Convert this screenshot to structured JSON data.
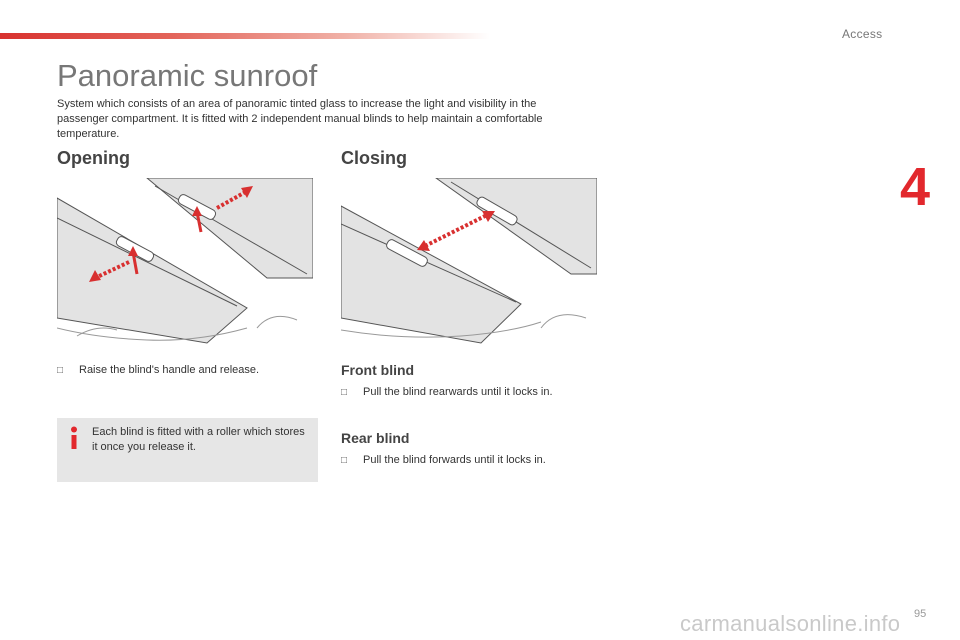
{
  "header": {
    "section_label": "Access",
    "chapter_number": "4",
    "accent_color": "#e2282d"
  },
  "page": {
    "title": "Panoramic sunroof",
    "intro": "System which consists of an area of panoramic tinted glass to increase the light and visibility in the passenger compartment. It is fitted with 2 independent manual blinds to help maintain a comfortable temperature.",
    "page_number": "95",
    "watermark": "carmanualsonline.info"
  },
  "opening": {
    "heading": "Opening",
    "bullet_icon": "",
    "bullet": "Raise the blind's handle and release.",
    "info_icon": "info-icon",
    "info_text": "Each blind is fitted with a roller which stores it once you release it."
  },
  "closing": {
    "heading": "Closing",
    "front_blind": {
      "heading": "Front blind",
      "bullet": "Pull the blind rearwards until it locks in."
    },
    "rear_blind": {
      "heading": "Rear blind",
      "bullet": "Pull the blind forwards until it locks in."
    }
  }
}
